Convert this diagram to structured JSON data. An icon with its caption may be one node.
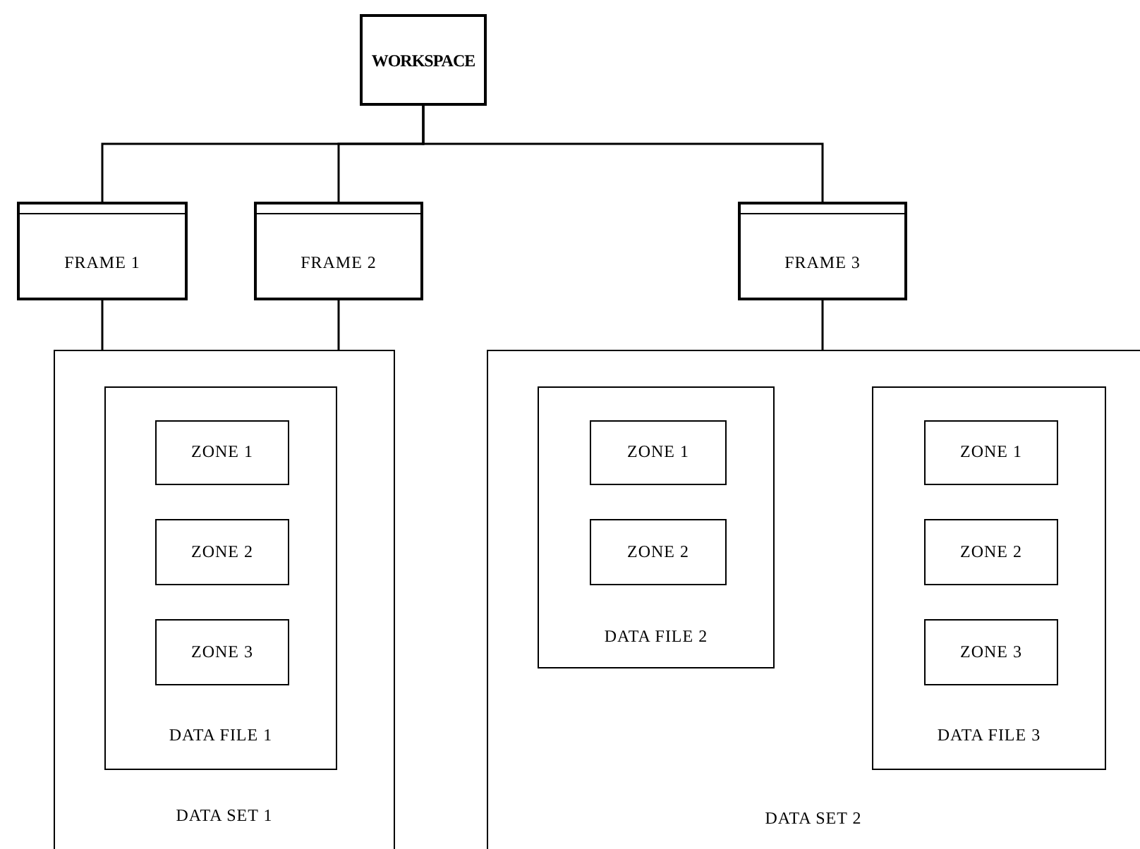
{
  "diagram": {
    "nodes": [
      {
        "text": [
          "WORKSPACE"
        ]
      },
      {
        "text": [
          "FRAME 1"
        ]
      },
      {
        "text": [
          "FRAME 2"
        ]
      },
      {
        "text": [
          "FRAME 3"
        ]
      },
      {
        "text": [
          "DATA SET 1"
        ]
      },
      {
        "text": [
          "DATA FILE 1"
        ],
        "in": 4
      },
      {
        "text": [
          "ZONE 1"
        ],
        "in": 5
      },
      {
        "text": [
          "ZONE 2"
        ],
        "in": 5
      },
      {
        "text": [
          "ZONE 3"
        ],
        "in": 5
      },
      {
        "text": [
          "DATA SET 2"
        ]
      },
      {
        "text": [
          "DATA FILE 2"
        ],
        "in": 9
      },
      {
        "text": [
          "ZONE 1"
        ],
        "in": 10
      },
      {
        "text": [
          "ZONE 2"
        ],
        "in": 10
      },
      {
        "text": [
          "DATA FILE 3"
        ],
        "in": 9
      },
      {
        "text": [
          "ZONE 1"
        ],
        "in": 13
      },
      {
        "text": [
          "ZONE 2"
        ],
        "in": 13
      },
      {
        "text": [
          "ZONE 3"
        ],
        "in": 13
      }
    ],
    "edges": [
      {
        "from": 0,
        "to": 1,
        "arrow": "none"
      },
      {
        "from": 0,
        "to": 2,
        "arrow": "none"
      },
      {
        "from": 0,
        "to": 3,
        "arrow": "none"
      },
      {
        "from": 1,
        "to": 4,
        "arrow": "none"
      },
      {
        "from": 2,
        "to": 4,
        "arrow": "none"
      },
      {
        "from": 3,
        "to": 9,
        "arrow": "none"
      }
    ]
  }
}
